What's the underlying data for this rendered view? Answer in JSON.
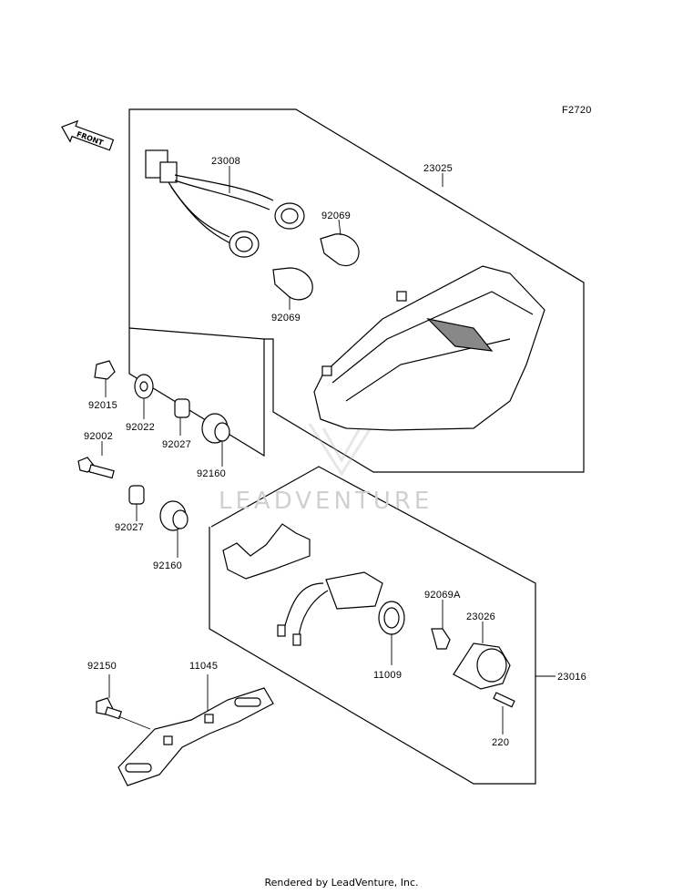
{
  "figure_code": "F2720",
  "front_arrow": {
    "label": "FRONT",
    "icon": "front-arrow-icon"
  },
  "watermark": "LEADVENTURE",
  "parts": {
    "p23008": "23008",
    "p23025": "23025",
    "p92069_a": "92069",
    "p92069_b": "92069",
    "p92015": "92015",
    "p92022": "92022",
    "p92027_a": "92027",
    "p92002": "92002",
    "p92160_a": "92160",
    "p92027_b": "92027",
    "p92160_b": "92160",
    "p92069A": "92069A",
    "p23026": "23026",
    "p11009": "11009",
    "p23016": "23016",
    "p92150": "92150",
    "p11045": "11045",
    "p220": "220"
  },
  "footer": "Rendered by LeadVenture, Inc."
}
